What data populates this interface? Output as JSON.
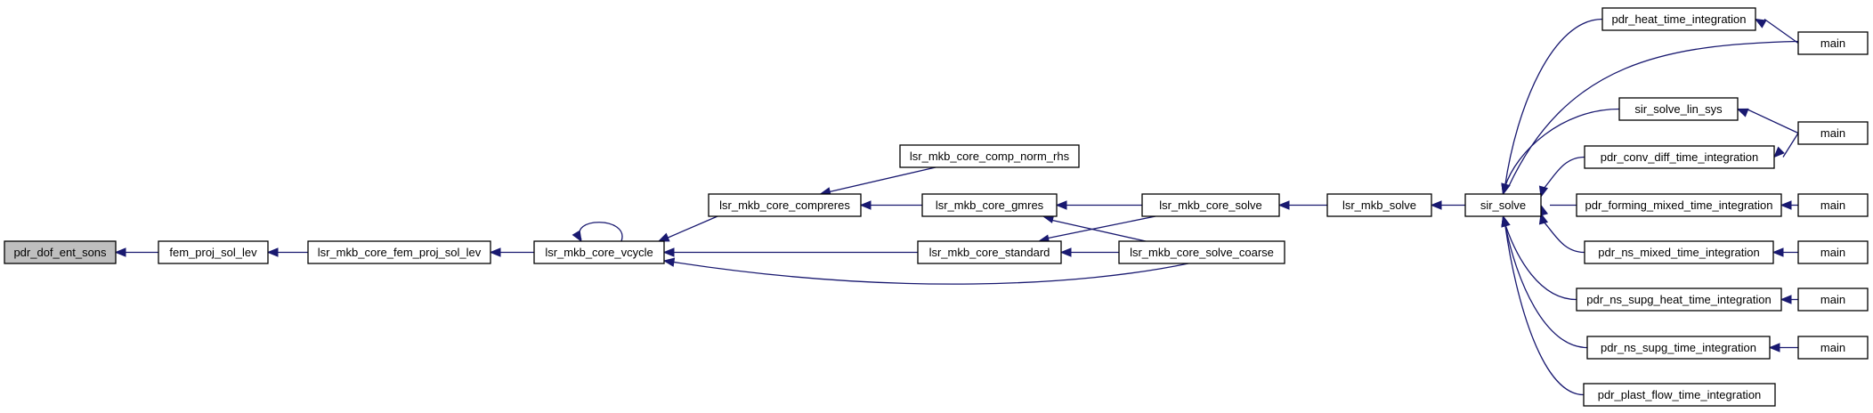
{
  "graph": {
    "root": "pdr_dof_ent_sons",
    "nodes": [
      {
        "id": "n0",
        "label": "pdr_dof_ent_sons",
        "highlight": true
      },
      {
        "id": "n1",
        "label": "fem_proj_sol_lev"
      },
      {
        "id": "n2",
        "label": "lsr_mkb_core_fem_proj_sol_lev"
      },
      {
        "id": "n3",
        "label": "lsr_mkb_core_vcycle"
      },
      {
        "id": "n4",
        "label": "lsr_mkb_core_comp_norm_rhs"
      },
      {
        "id": "n5",
        "label": "lsr_mkb_core_compreres"
      },
      {
        "id": "n6",
        "label": "lsr_mkb_core_gmres"
      },
      {
        "id": "n7",
        "label": "lsr_mkb_core_standard"
      },
      {
        "id": "n8",
        "label": "lsr_mkb_core_solve"
      },
      {
        "id": "n9",
        "label": "lsr_mkb_core_solve_coarse"
      },
      {
        "id": "n10",
        "label": "lsr_mkb_solve"
      },
      {
        "id": "n11",
        "label": "sir_solve"
      },
      {
        "id": "n12",
        "label": "pdr_heat_time_integration"
      },
      {
        "id": "n13",
        "label": "main"
      },
      {
        "id": "n14",
        "label": "sir_solve_lin_sys"
      },
      {
        "id": "n15",
        "label": "main"
      },
      {
        "id": "n16",
        "label": "pdr_conv_diff_time_integration"
      },
      {
        "id": "n17",
        "label": "pdr_forming_mixed_time_integration"
      },
      {
        "id": "n18",
        "label": "main"
      },
      {
        "id": "n19",
        "label": "pdr_ns_mixed_time_integration"
      },
      {
        "id": "n20",
        "label": "main"
      },
      {
        "id": "n21",
        "label": "pdr_ns_supg_heat_time_integration"
      },
      {
        "id": "n22",
        "label": "main"
      },
      {
        "id": "n23",
        "label": "pdr_ns_supg_time_integration"
      },
      {
        "id": "n24",
        "label": "main"
      },
      {
        "id": "n25",
        "label": "pdr_plast_flow_time_integration"
      }
    ],
    "edges": [
      {
        "from": "n1",
        "to": "n0"
      },
      {
        "from": "n2",
        "to": "n1"
      },
      {
        "from": "n3",
        "to": "n2"
      },
      {
        "from": "n3",
        "to": "n3"
      },
      {
        "from": "n5",
        "to": "n3"
      },
      {
        "from": "n7",
        "to": "n3"
      },
      {
        "from": "n9",
        "to": "n3"
      },
      {
        "from": "n4",
        "to": "n5"
      },
      {
        "from": "n6",
        "to": "n5"
      },
      {
        "from": "n8",
        "to": "n6"
      },
      {
        "from": "n9",
        "to": "n6"
      },
      {
        "from": "n8",
        "to": "n7"
      },
      {
        "from": "n9",
        "to": "n7"
      },
      {
        "from": "n10",
        "to": "n8"
      },
      {
        "from": "n11",
        "to": "n10"
      },
      {
        "from": "n12",
        "to": "n11"
      },
      {
        "from": "n13",
        "to": "n11"
      },
      {
        "from": "n14",
        "to": "n11"
      },
      {
        "from": "n16",
        "to": "n11"
      },
      {
        "from": "n17",
        "to": "n11"
      },
      {
        "from": "n19",
        "to": "n11"
      },
      {
        "from": "n21",
        "to": "n11"
      },
      {
        "from": "n23",
        "to": "n11"
      },
      {
        "from": "n25",
        "to": "n11"
      },
      {
        "from": "n13",
        "to": "n12"
      },
      {
        "from": "n15",
        "to": "n14"
      },
      {
        "from": "n15",
        "to": "n16"
      },
      {
        "from": "n18",
        "to": "n17"
      },
      {
        "from": "n20",
        "to": "n19"
      },
      {
        "from": "n22",
        "to": "n21"
      },
      {
        "from": "n24",
        "to": "n23"
      }
    ],
    "colors": {
      "edge": "#191970",
      "node_border": "#000000",
      "node_fill": "#ffffff",
      "root_fill": "#bfbfbf"
    }
  }
}
